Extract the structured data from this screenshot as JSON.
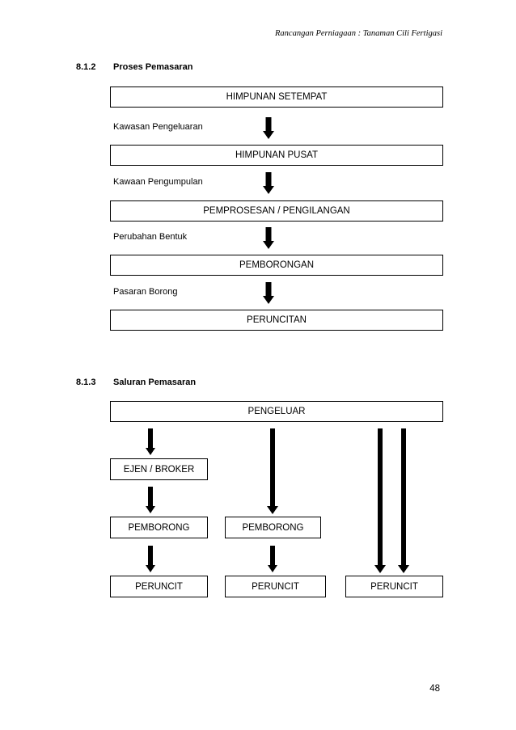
{
  "document": {
    "header_note": "Rancangan Perniagaan : Tanaman Cili Fertigasi",
    "page_number": "48"
  },
  "sections": [
    {
      "number": "8.1.2",
      "title": "Proses Pemasaran",
      "flow_boxes": [
        "HIMPUNAN SETEMPAT",
        "HIMPUNAN PUSAT",
        "PEMPROSESAN / PENGILANGAN",
        "PEMBORONGAN",
        "PERUNCITAN"
      ],
      "flow_captions": [
        "Kawasan Pengeluaran",
        "Kawaan Pengumpulan",
        "Perubahan Bentuk",
        "Pasaran Borong"
      ]
    },
    {
      "number": "8.1.3",
      "title": "Saluran Pemasaran",
      "top_box": "PENGELUAR",
      "channels": [
        {
          "nodes": [
            "EJEN / BROKER",
            "PEMBORONG",
            "PERUNCIT"
          ]
        },
        {
          "nodes": [
            "PEMBORONG",
            "PERUNCIT"
          ]
        },
        {
          "nodes": [
            "PERUNCIT"
          ]
        }
      ],
      "channel_labels": {
        "ejen_broker": "EJEN / BROKER",
        "pemborong_1": "PEMBORONG",
        "pemborong_2": "PEMBORONG",
        "peruncit_1": "PERUNCIT",
        "peruncit_2": "PERUNCIT",
        "peruncit_3": "PERUNCIT"
      }
    }
  ]
}
